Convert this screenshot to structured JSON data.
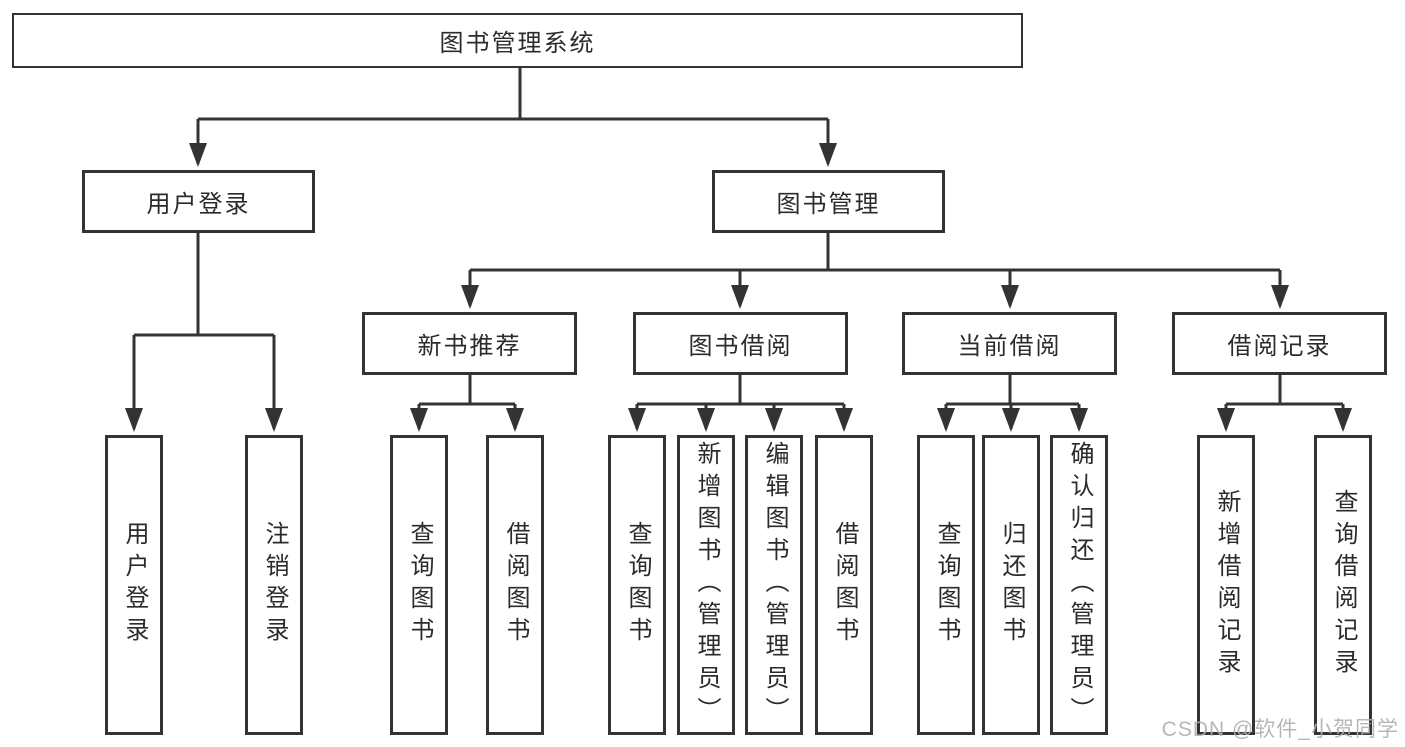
{
  "diagram": {
    "root": {
      "label": "图书管理系统"
    },
    "branches": [
      {
        "label": "用户登录",
        "children": [
          {
            "label": "用户登录"
          },
          {
            "label": "注销登录"
          }
        ]
      },
      {
        "label": "图书管理",
        "children": [
          {
            "label": "新书推荐",
            "children": [
              {
                "label": "查询图书"
              },
              {
                "label": "借阅图书"
              }
            ]
          },
          {
            "label": "图书借阅",
            "children": [
              {
                "label": "查询图书"
              },
              {
                "label": "新增图书（管理员）"
              },
              {
                "label": "编辑图书（管理员）"
              },
              {
                "label": "借阅图书"
              }
            ]
          },
          {
            "label": "当前借阅",
            "children": [
              {
                "label": "查询图书"
              },
              {
                "label": "归还图书"
              },
              {
                "label": "确认归还（管理员）"
              }
            ]
          },
          {
            "label": "借阅记录",
            "children": [
              {
                "label": "新增借阅记录"
              },
              {
                "label": "查询借阅记录"
              }
            ]
          }
        ]
      }
    ]
  },
  "watermark": {
    "text": "CSDN @软件_小贺同学"
  },
  "colors": {
    "line": "#333333",
    "border": "#333333",
    "text": "#2b2b2b",
    "watermark": "#afafaf",
    "background": "#ffffff"
  }
}
